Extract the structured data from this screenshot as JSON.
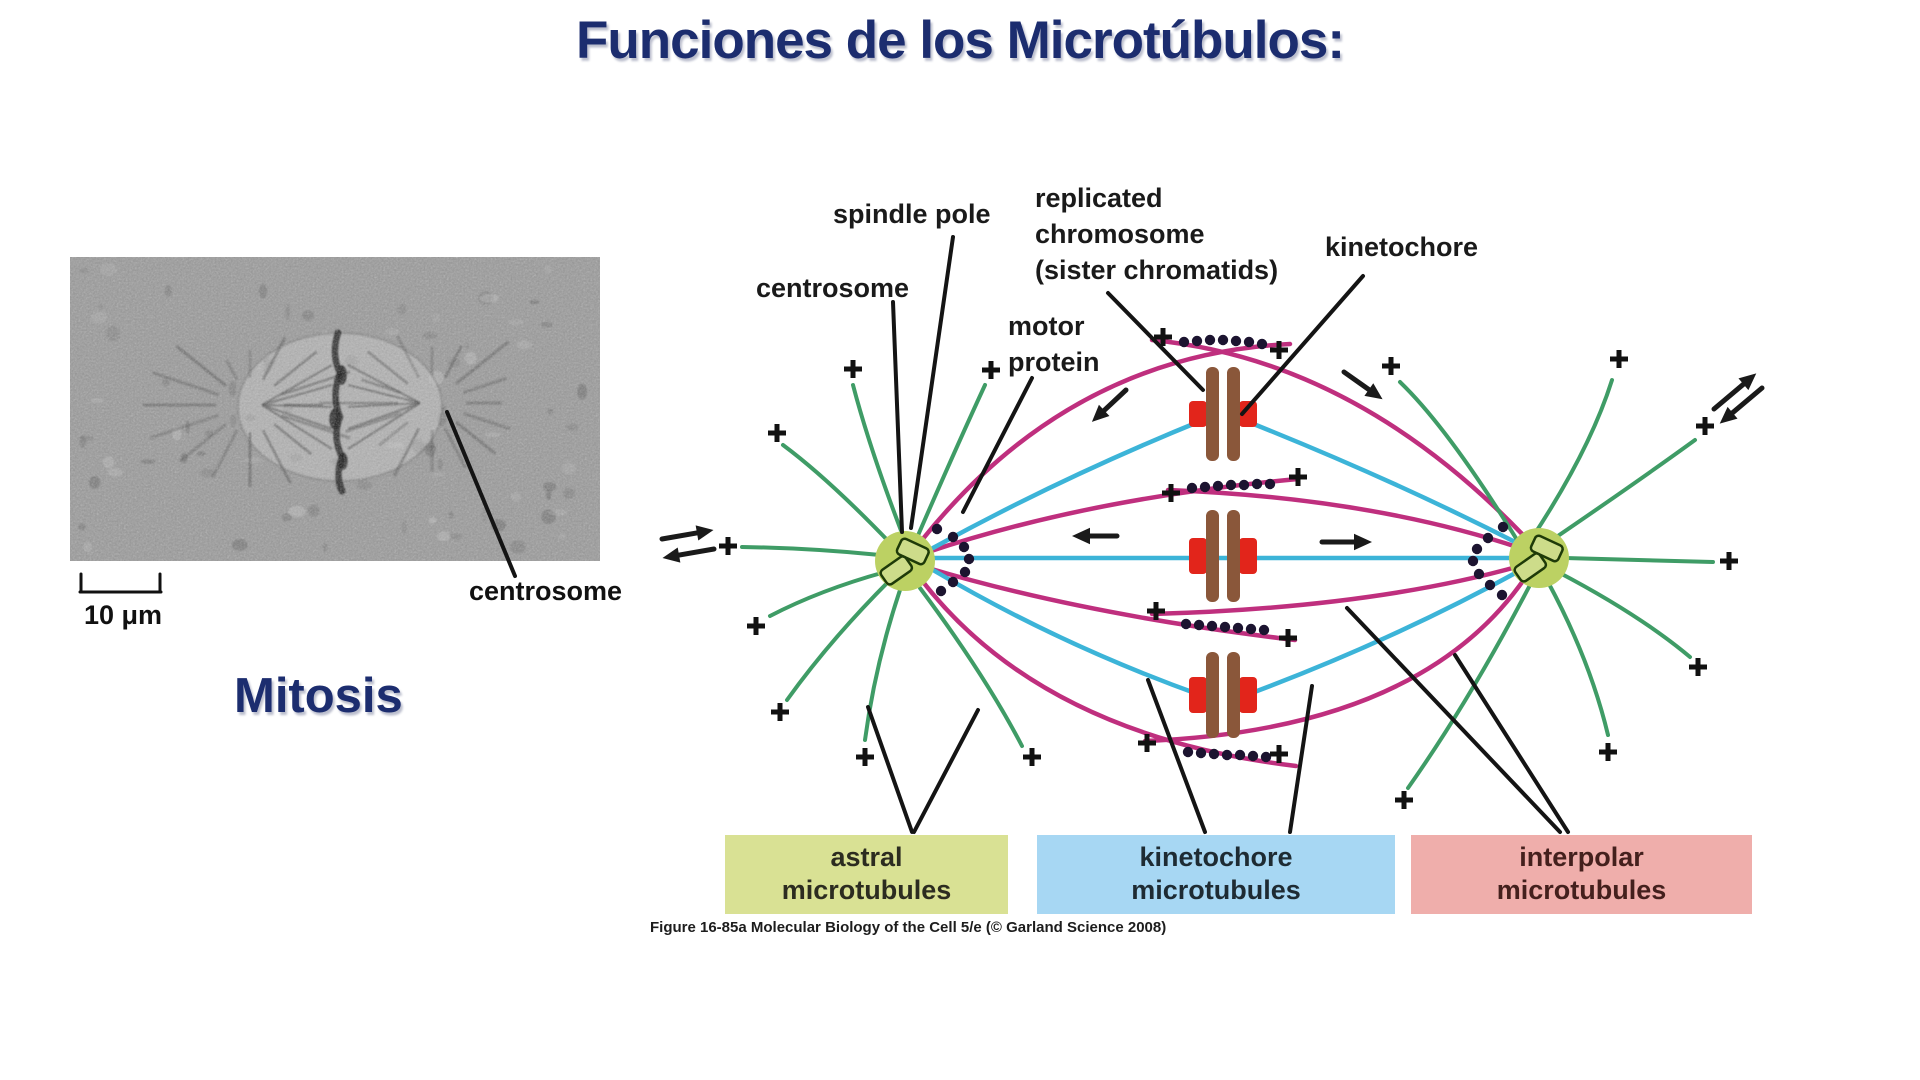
{
  "slide": {
    "title": "Funciones de los Microtúbulos:",
    "subtitle": "Mitosis"
  },
  "micrograph": {
    "scale_label": "10 μm",
    "annotation": "centrosome"
  },
  "diagram": {
    "labels": {
      "spindle_pole": "spindle pole",
      "centrosome": "centrosome",
      "replicated_1": "replicated",
      "replicated_2": "chromosome",
      "replicated_3": "(sister chromatids)",
      "kinetochore": "kinetochore",
      "motor_1": "motor",
      "motor_2": "protein"
    },
    "legend": [
      {
        "line1": "astral",
        "line2": "microtubules",
        "color": "#d9e194",
        "text_color": "#2c2c20"
      },
      {
        "line1": "kinetochore",
        "line2": "microtubules",
        "color": "#a7d7f3",
        "text_color": "#1e2b33"
      },
      {
        "line1": "interpolar",
        "line2": "microtubules",
        "color": "#efaeab",
        "text_color": "#44201d"
      }
    ],
    "caption": "Figure 16-85a  Molecular Biology of the Cell 5/e (© Garland Science 2008)",
    "colors": {
      "navy": "#1c2d6f",
      "green": "#3f9c66",
      "blue": "#3cb4d8",
      "magenta": "#bf2f7e",
      "brown": "#8a573a",
      "red": "#e2251b",
      "pole": "#bcd163",
      "dot": "#1c1430",
      "ink": "#1a1a1a"
    }
  }
}
